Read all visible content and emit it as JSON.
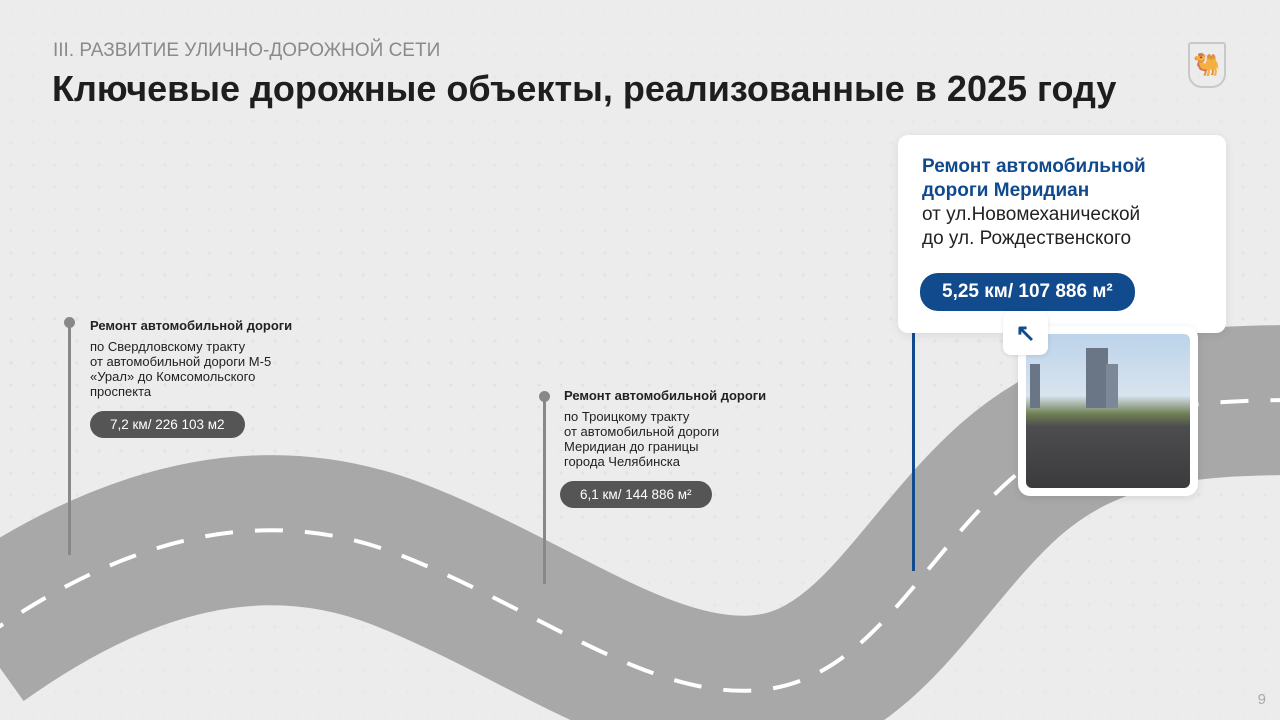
{
  "header": {
    "section": "III. РАЗВИТИЕ УЛИЧНО-ДОРОЖНОЙ СЕТИ",
    "title": "Ключевые дорожные объекты, реализованные в 2025 году"
  },
  "items": [
    {
      "title": "Ремонт автомобильной дороги",
      "desc": [
        "по Свердловскому тракту",
        "от автомобильной дороги М-5",
        "«Урал» до Комсомольского",
        "проспекта"
      ],
      "stat": "7,2 км/ 226 103 м2"
    },
    {
      "title": "Ремонт автомобильной дороги",
      "desc": [
        "по Троицкому тракту",
        "от автомобильной дороги",
        "Меридиан до границы",
        "города Челябинска"
      ],
      "stat": "6,1 км/ 144 886 м²"
    }
  ],
  "featured": {
    "title": [
      "Ремонт автомобильной",
      "дороги Меридиан"
    ],
    "desc": [
      "от ул.Новомеханической",
      "до ул. Рождественского"
    ],
    "stat": "5,25 км/ 107 886 м²"
  },
  "page_number": "9",
  "colors": {
    "accent": "#124a8e",
    "road": "#a8a8a8",
    "pill": "#555555"
  }
}
